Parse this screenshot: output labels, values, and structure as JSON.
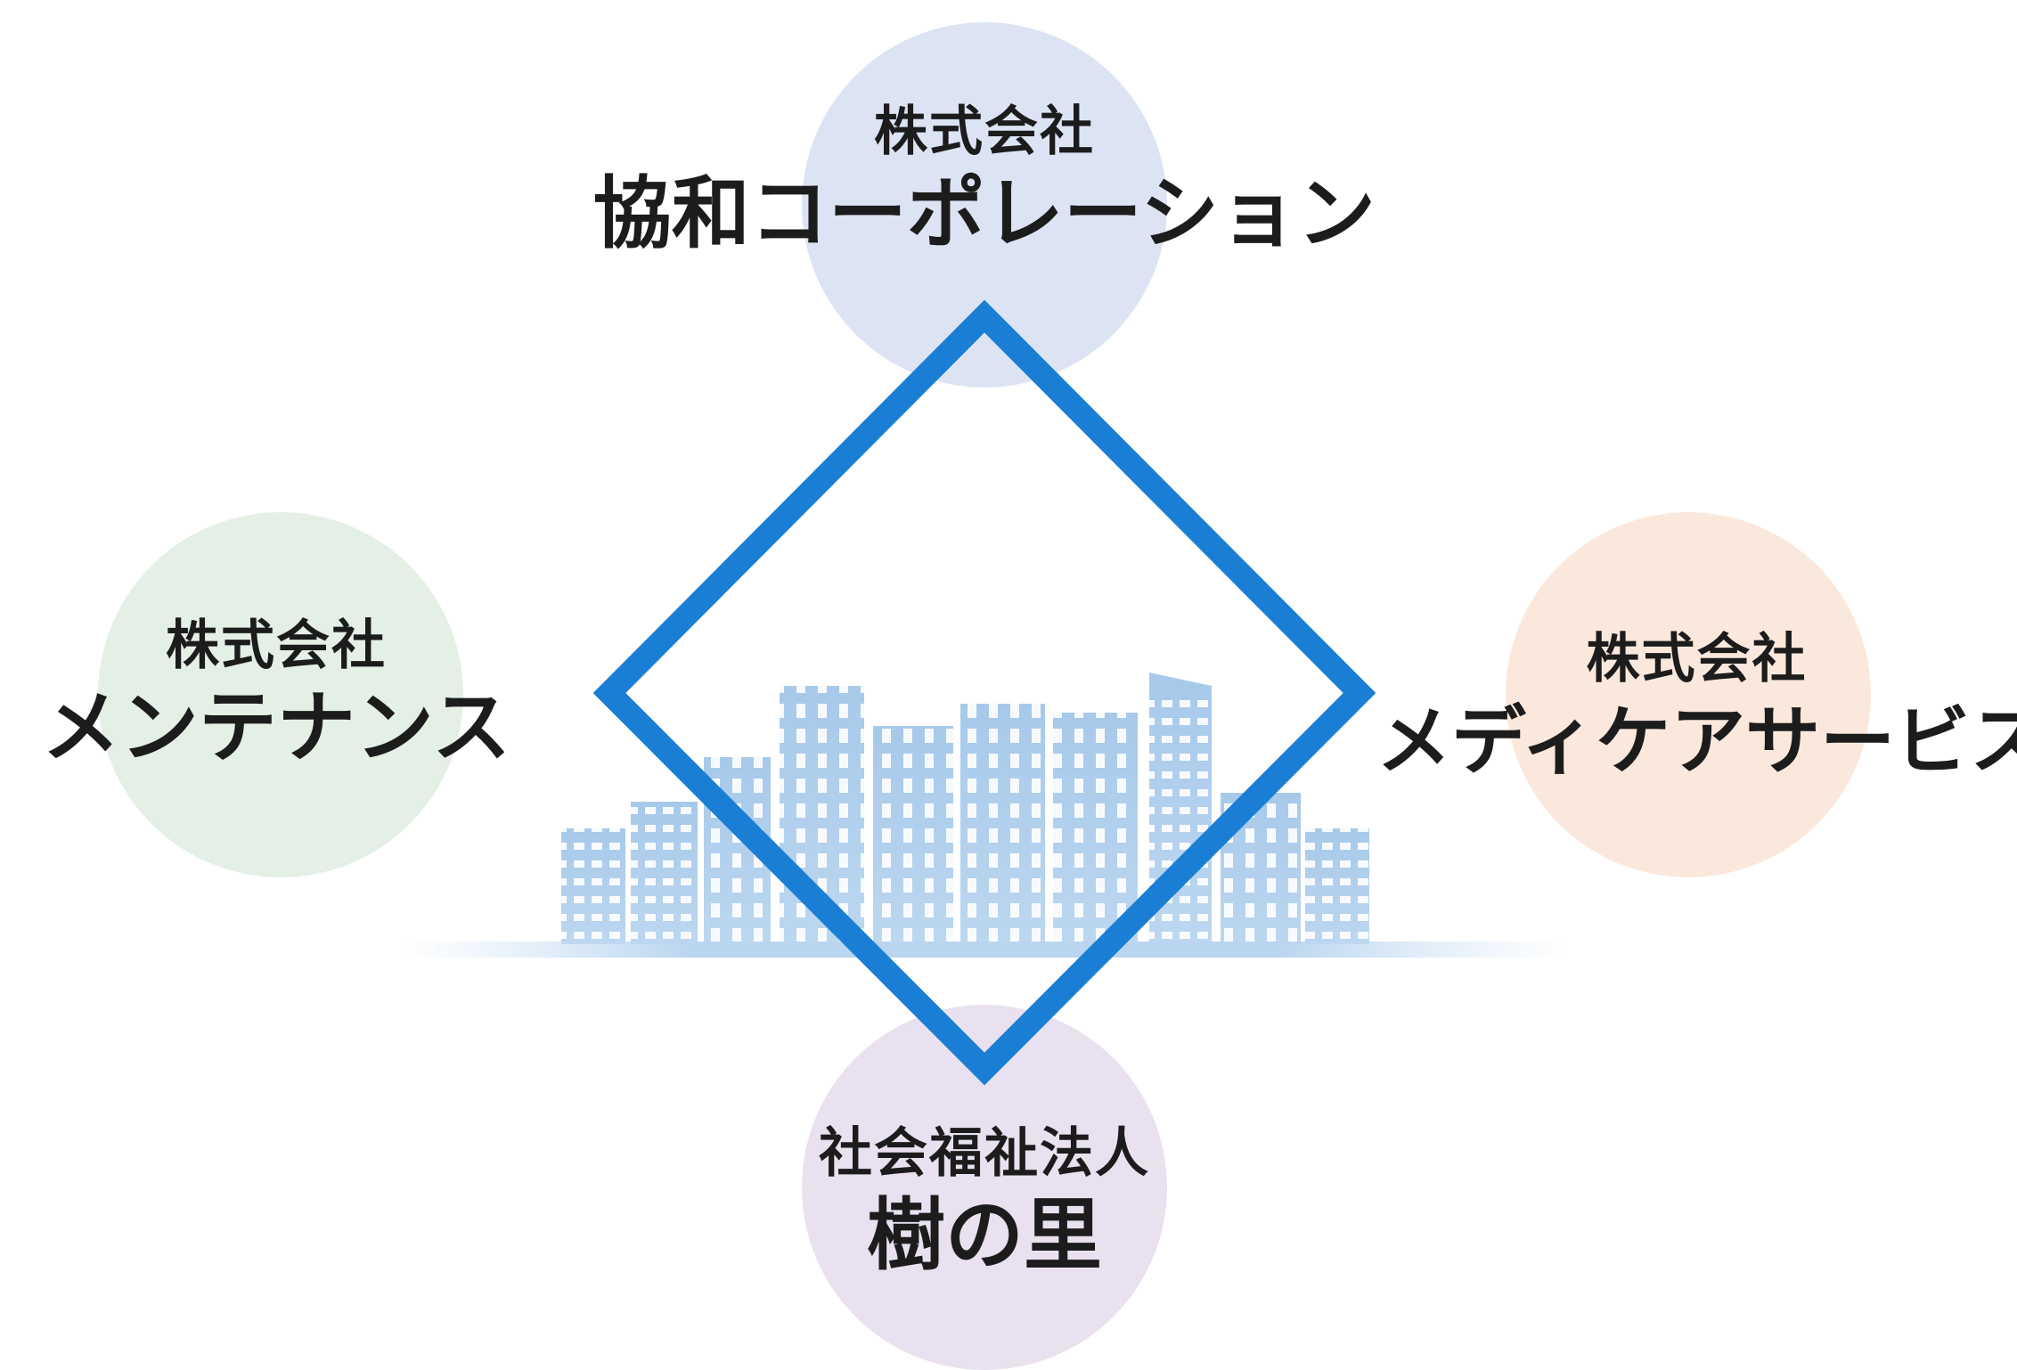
{
  "colors": {
    "diamond": "#1a7fd4",
    "buildings": "#a9cbeb",
    "circle_top": "#dce4f3",
    "circle_left": "#e4efe6",
    "circle_right": "#fbe8dc",
    "circle_bottom": "#e9e1ef"
  },
  "nodes": {
    "top": {
      "sub": "株式会社",
      "main": "協和コーポレーション"
    },
    "left": {
      "sub": "株式会社",
      "main": "メンテナンス"
    },
    "right": {
      "sub": "株式会社",
      "main": "メディケアサービス"
    },
    "bottom": {
      "sub": "社会福祉法人",
      "main": "樹の里"
    }
  },
  "icons": [
    "city-skyline-icon",
    "diamond-frame"
  ]
}
